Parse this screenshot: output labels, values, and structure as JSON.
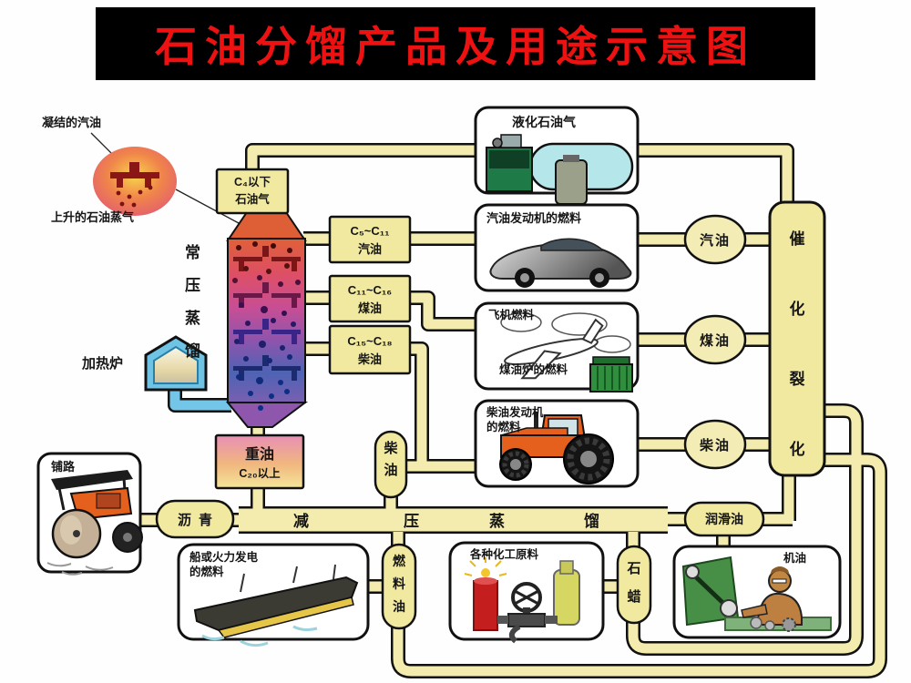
{
  "title": "石油分馏产品及用途示意图",
  "colors": {
    "title_text": "#ee1111",
    "title_bg": "#000000",
    "pipe": "#f3ecae",
    "box_yellow": "#f1e9a0"
  },
  "tower": {
    "condensed_gasoline": "凝结的汽油",
    "rising_vapor": "上升的石油蒸气",
    "atmospheric_chars": [
      "常",
      "压",
      "蒸",
      "馏"
    ],
    "heater": "加热炉",
    "gas_line1": "C₄以下",
    "gas_line2": "石油气",
    "heavy_line1": "重油",
    "heavy_line2": "C₂₀以上"
  },
  "fractions": [
    {
      "formula": "C₅~C₁₁",
      "name": "汽油"
    },
    {
      "formula": "C₁₁~C₁₆",
      "name": "煤油"
    },
    {
      "formula": "C₁₅~C₁₈",
      "name": "柴油"
    }
  ],
  "uses": {
    "lpg": "液化石油气",
    "gasoline_engine": "汽油发动机的燃料",
    "jet": "飞机燃料",
    "stove": "煤油炉的燃料",
    "diesel_line1": "柴油发动机",
    "diesel_line2": "的燃料",
    "paving": "铺路",
    "ship_line1": "船或火力发电",
    "ship_line2": "的燃料",
    "chemical": "各种化工原料",
    "engine_oil": "机油"
  },
  "products": {
    "gasoline": "汽油",
    "kerosene": "煤油",
    "diesel": "柴油",
    "asphalt": "沥青",
    "diesel_capsule_chars": [
      "柴",
      "油"
    ],
    "fuel_oil_chars": [
      "燃",
      "料",
      "油"
    ],
    "paraffin_chars": [
      "石",
      "蜡"
    ],
    "lubricating_oil": "润滑油"
  },
  "process": {
    "vacuum_chars": [
      "减",
      "压",
      "蒸",
      "馏"
    ],
    "cracking_chars": [
      "催",
      "化",
      "裂",
      "化"
    ]
  }
}
